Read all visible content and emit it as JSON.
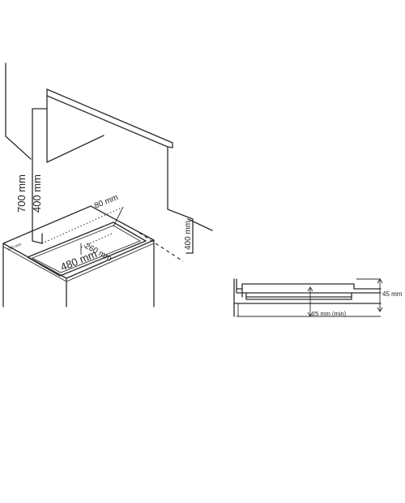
{
  "labels": {
    "dim_700": "700 mm",
    "dim_400_wall": "400 mm",
    "dim_80": "80 mm",
    "dim_400_side": "400 mm",
    "dim_260": "260 mm",
    "dim_480": "480 mm",
    "dim_50": "050 mm",
    "dim_45": "45 mm",
    "dim_25": "25 mm (min)"
  }
}
